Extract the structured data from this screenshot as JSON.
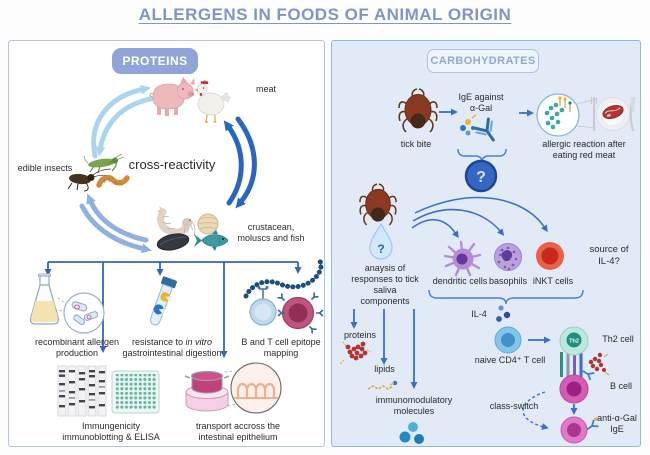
{
  "title": "ALLERGENS IN FOODS OF ANIMAL ORIGIN",
  "colors": {
    "title_accent": "#8094ca",
    "left_panel_border": "#b7c3e3",
    "right_panel_bg": "#e1eaf6",
    "right_panel_border": "#94b7dd",
    "proteins_badge_bg": "#91a4d7",
    "arrow_dark_blue": "#2a66bf",
    "arrow_mid_blue": "#8fb0e0",
    "arrow_light_blue": "#abd4f1",
    "flow_arrow_blue": "#3a6fc4"
  },
  "proteins_panel": {
    "badge": "PROTEINS",
    "cycle": {
      "center": "cross-reactivity",
      "meat": "meat",
      "insects": "edible insects",
      "seafood": "crustacean,\nmoluscs and fish"
    },
    "methods": {
      "recombinant": "recombinant allergen\nproduction",
      "digestion_pre": "resistance to ",
      "digestion_italic": "in vitro",
      "digestion_post": " gastrointestinal digestion",
      "epitope": "B and T cell epitope\nmapping",
      "immunoblot": "Immungenicity\nimmunoblotting & ELISA",
      "transport": "transport accross the\nintestinal epithelium"
    }
  },
  "carb_panel": {
    "badge": "CARBOHYDRATES",
    "top": {
      "tick": "tick bite",
      "ige": "IgE against\nα-Gal",
      "question": "?",
      "reaction": "allergic reaction after\neating red meat"
    },
    "middle": {
      "analysis": "anaysis of\nresponses to tick\nsaliva\ncomponents",
      "droplet_question": "?",
      "dendritic": "dendritic cells",
      "basophils": "basophils",
      "inkt": "iNKT cells",
      "source": "source of\nIL-4?",
      "il4": "IL-4"
    },
    "components": {
      "proteins": "proteins",
      "lipids": "lipids",
      "immunomodulatory": "immunomodulatory\nmolecules"
    },
    "pathway": {
      "naive": "naive CD4⁺ T cell",
      "th2": "Th2 cell",
      "th2_inner": "Th2",
      "bcell": "B cell",
      "class_switch": "class-switch",
      "anti_gal": "anti-α-Gal\nIgE"
    }
  }
}
